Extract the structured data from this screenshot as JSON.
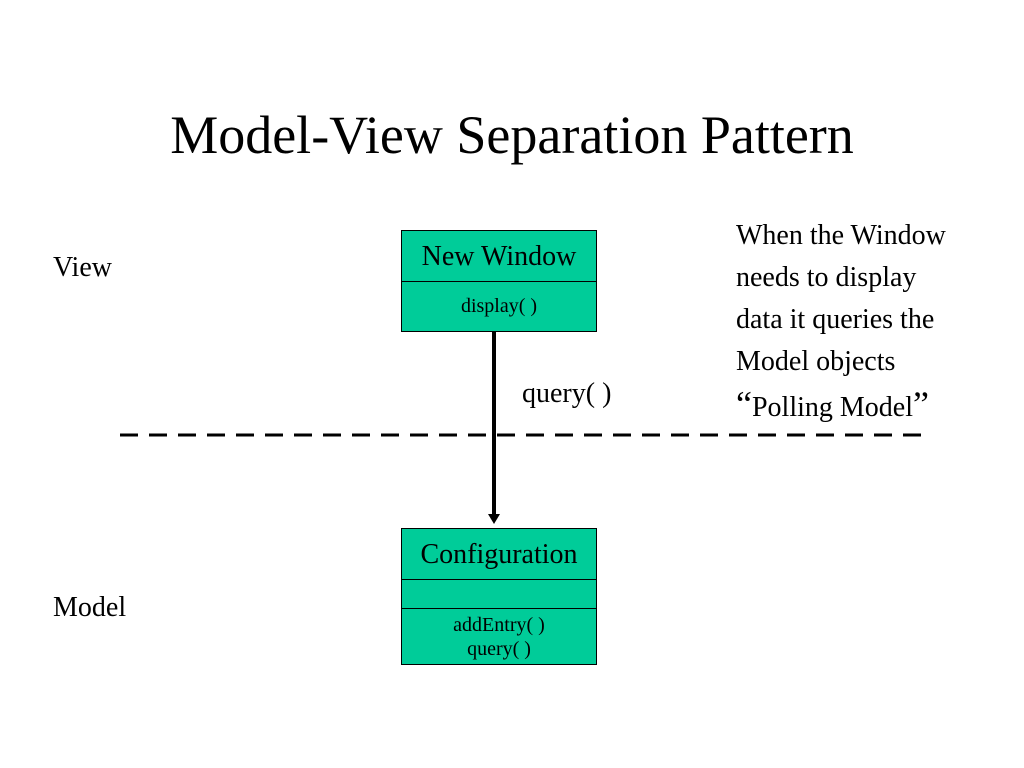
{
  "title": "Model-View Separation Pattern",
  "layers": {
    "view": "View",
    "model": "Model"
  },
  "classes": {
    "window": {
      "name": "New Window",
      "operations": [
        "display( )"
      ]
    },
    "configuration": {
      "name": "Configuration",
      "attributes": "",
      "operations": [
        "addEntry( )",
        "query( )"
      ]
    }
  },
  "message": {
    "label": "query( )"
  },
  "note": {
    "lines": [
      "When the Window",
      "needs to display",
      "data it queries the",
      "Model objects"
    ],
    "open_quote": "“",
    "quote_text": "Polling Model",
    "close_quote": "”"
  },
  "colors": {
    "class_fill": "#00cc99",
    "line": "#000000",
    "background": "#ffffff"
  }
}
